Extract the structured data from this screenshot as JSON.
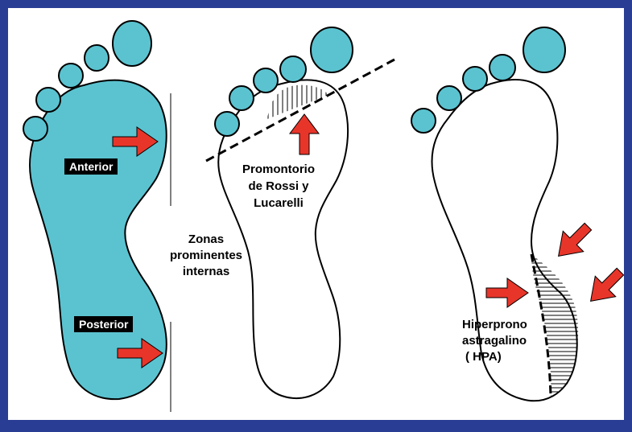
{
  "colors": {
    "background_frame": "#2a3d95",
    "panel": "#ffffff",
    "foot_fill": "#5bc3d0",
    "outline": "#000000",
    "arrow": "#e8352a"
  },
  "icons": [
    "red-arrow-icon",
    "dashed-line-icon",
    "hatched-region-icon"
  ],
  "left_foot": {
    "label_anterior": "Anterior",
    "label_posterior": "Posterior"
  },
  "middle_label": {
    "zonas_line1": "Zonas",
    "zonas_line2": "prominentes",
    "zonas_line3": "internas"
  },
  "middle_foot": {
    "line1": "Promontorio",
    "line2": "de Rossi y",
    "line3": "Lucarelli"
  },
  "right_foot": {
    "line1": "Hiperprono",
    "line2": "astragalino",
    "line3": "( HPA)"
  }
}
